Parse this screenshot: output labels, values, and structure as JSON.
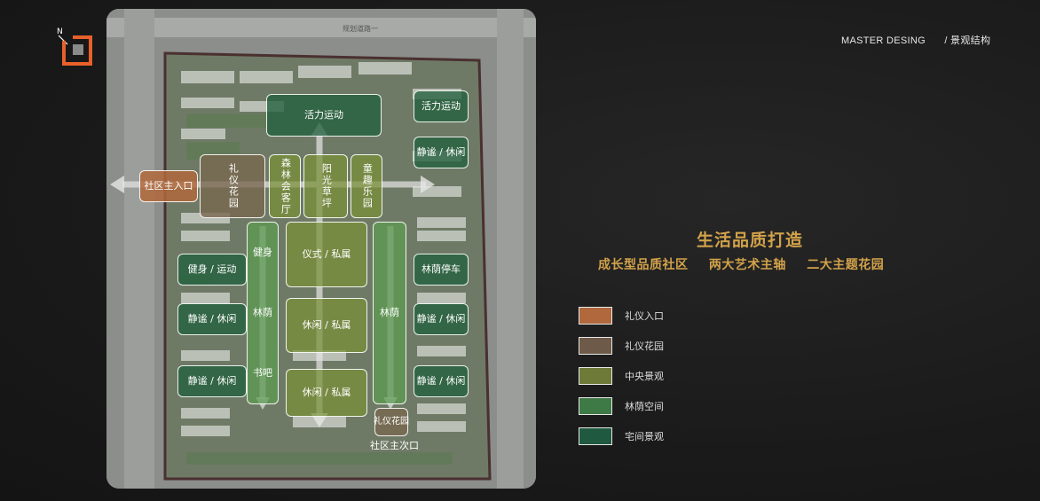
{
  "header": {
    "brand": "MASTER DESING",
    "section": "/ 景观结构"
  },
  "title": "生活品质打造",
  "subtitle": [
    "成长型品质社区",
    "两大艺术主轴",
    "二大主题花园"
  ],
  "map": {
    "road_top": "规划道路一",
    "entrance_main": "社区主入口",
    "entrance_secondary": "社区主次口",
    "zones": {
      "top_center": "活力运动",
      "top_right": "活力运动",
      "right_quiet_1": "静谧 / 休闲",
      "garden_left": "礼仪花园",
      "axis_1": "森林会客厅",
      "axis_2": "阳光草坪",
      "axis_3": "童趣乐园",
      "center_1": "仪式 / 私属",
      "center_2": "休闲 / 私属",
      "center_3": "休闲 / 私属",
      "left_sport": "健身 / 运动",
      "left_quiet_1": "静谧 / 休闲",
      "left_quiet_2": "静谧 / 休闲",
      "left_strip": [
        "健身",
        "林荫",
        "书吧"
      ],
      "right_strip": "林荫",
      "right_parking": "林荫停车",
      "right_quiet_2": "静谧 / 休闲",
      "right_quiet_3": "静谧 / 休闲",
      "garden_bottom": "礼仪花园"
    }
  },
  "legend": [
    {
      "label": "礼仪入口",
      "color": "#b0683c"
    },
    {
      "label": "礼仪花园",
      "color": "#6e5a48"
    },
    {
      "label": "中央景观",
      "color": "#6e7a38"
    },
    {
      "label": "林荫空间",
      "color": "#3e7a46"
    },
    {
      "label": "宅间景观",
      "color": "#1f5a40"
    }
  ],
  "colors": {
    "accent": "#d2a24a",
    "logo_orange": "#e8602a"
  }
}
